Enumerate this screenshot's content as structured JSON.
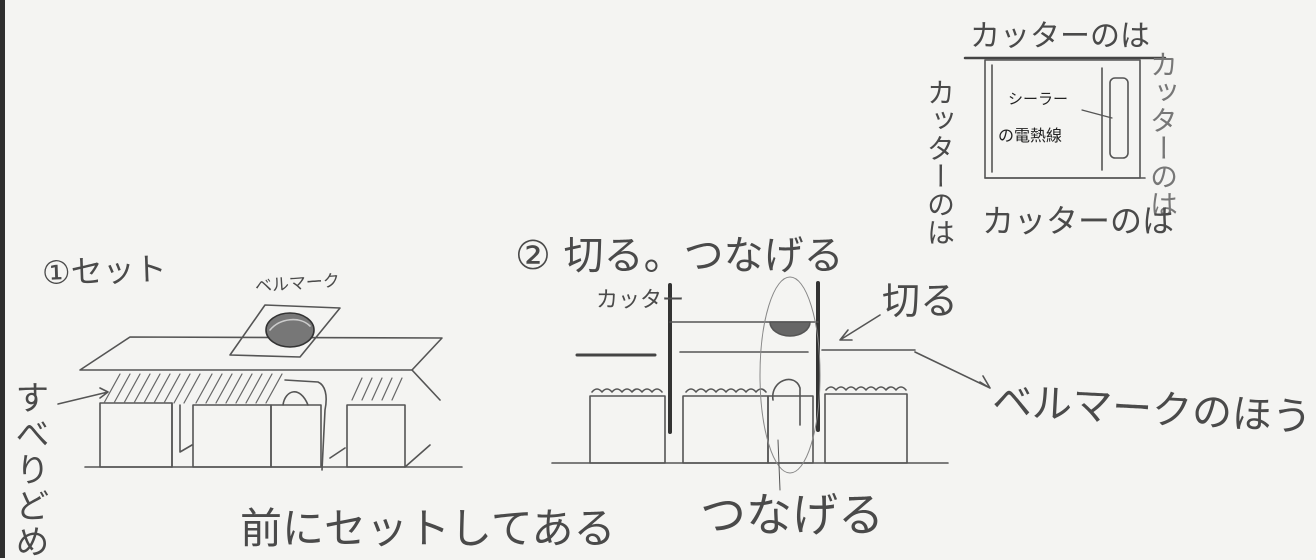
{
  "step1": {
    "title": "①セット",
    "bellmark_label": "ベルマーク",
    "slide_stop_label": "すべりどめ",
    "caption": "前にセットしてある"
  },
  "step2": {
    "title": "② 切る。つなげる",
    "cutter_label": "カッター",
    "cut_label": "切る",
    "connect_label": "つなげる",
    "packaging_label": "ベルマークのほうそし"
  },
  "cutter_detail": {
    "top_label": "カッターのは",
    "left_label": "カッターのは",
    "right_label": "カッターのは",
    "bottom_label": "カッターのは",
    "inner_label_1": "シーラー",
    "inner_label_2": "の電熱線"
  },
  "colors": {
    "paper": "#f4f4f2",
    "pencil": "#4a4a4a",
    "dark_pencil": "#2a2a2a"
  }
}
